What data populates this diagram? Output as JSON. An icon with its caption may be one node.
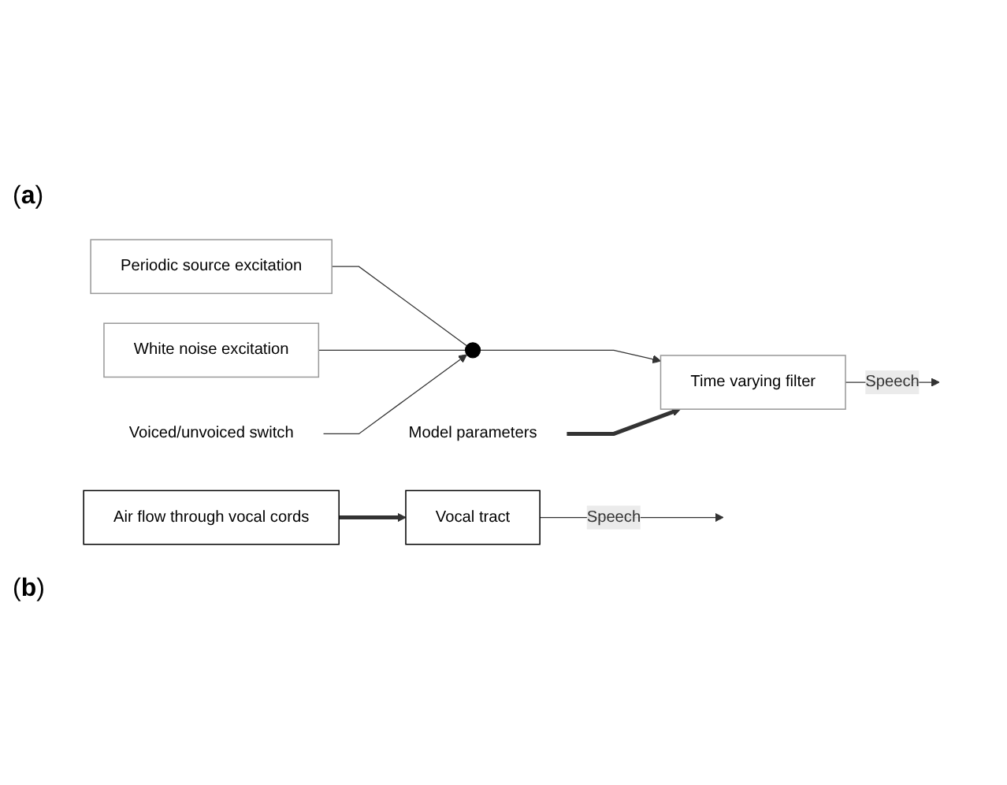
{
  "diagram": {
    "nodes": [
      {
        "text": [
          "Air flow through vocal cords"
        ]
      },
      {
        "text": [
          "Vocal tract"
        ]
      },
      {
        "text": [
          "Periodic source excitation"
        ]
      },
      {
        "text": [
          "Voiced/unvoiced switch"
        ]
      },
      {
        "text": [],
        "shape": "switch"
      },
      {
        "text": [
          "Time varying filter"
        ]
      },
      {
        "text": [
          "White noise excitation"
        ]
      },
      {
        "text": [
          "Model parameters"
        ]
      }
    ],
    "edges": [
      {
        "from": 0,
        "to": 1,
        "arrow": "to",
        "style": "thick"
      },
      {
        "from": 1,
        "to": null,
        "arrow": "to",
        "label": "Speech"
      },
      {
        "from": 2,
        "to": 4,
        "arrow": "none"
      },
      {
        "from": 6,
        "to": 4,
        "arrow": "none"
      },
      {
        "from": 3,
        "to": 4,
        "arrow": "to"
      },
      {
        "from": 4,
        "to": 5,
        "arrow": "to"
      },
      {
        "from": 5,
        "to": null,
        "arrow": "to",
        "label": "Speech"
      },
      {
        "from": 7,
        "to": 5,
        "arrow": "to",
        "style": "thick"
      }
    ],
    "labels": [
      "(**a**)",
      "(**b**)"
    ]
  }
}
